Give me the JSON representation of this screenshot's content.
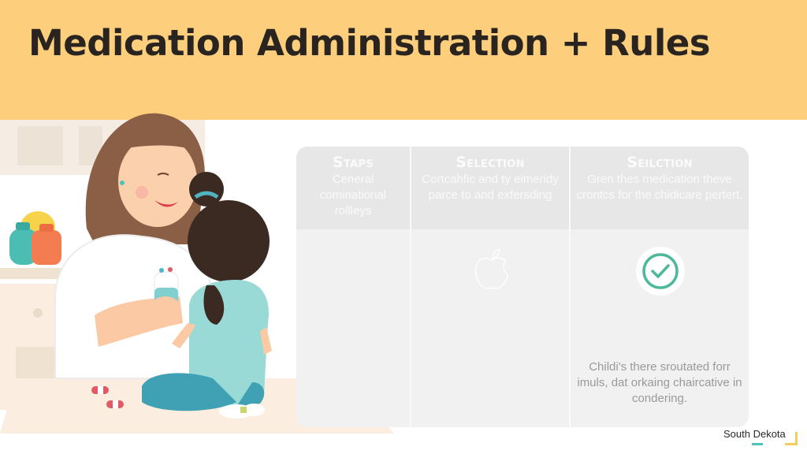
{
  "header": {
    "title": "Medication Administration  + Rules",
    "background_color": "#fdcf7d"
  },
  "illustration": {
    "description": "Caregiver in white coat smiling at a child in a teal shirt, holding a small medicine bottle; kitchen shelf with teal, orange and yellow jars; two red-and-white capsules on the floor",
    "colors": {
      "hair_adult": "#8b5e46",
      "hair_child": "#3a2a22",
      "shirt_child": "#99d9d6",
      "pants_child": "#3fa1b3",
      "skin": "#fbc9a4",
      "floor": "#fbeee0"
    }
  },
  "card": {
    "columns": [
      {
        "title": "Staps",
        "description": "Ceneral cominational rollleys"
      },
      {
        "title": "Selection",
        "description": "Cortcahfic and ty eimeridy parce to and exfersding",
        "icon": "apple-icon"
      },
      {
        "title": "Seilction",
        "description": "Gren thes medication theve crontcs for the chidicare pertert.",
        "icon": "check-circle-icon",
        "icon_color": "#4cb89c",
        "footer": "Childi's there sroutated forr imuls, dat orkaing chaircative in condering."
      }
    ]
  },
  "brand": {
    "label": "South Dekota"
  }
}
